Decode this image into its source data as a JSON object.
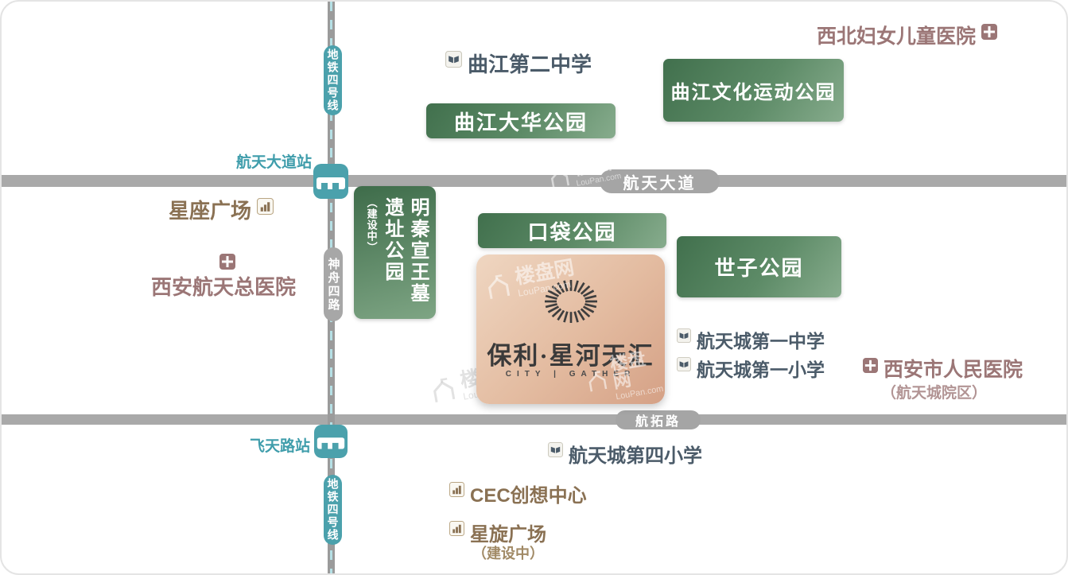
{
  "metro": {
    "line_label": "地铁四号线",
    "station_top": "航天大道站",
    "station_bottom": "飞天路站"
  },
  "roads": {
    "hangtian_avenue": "航天大道",
    "hangtuo_road": "航拓路",
    "shenzhou_road": "神舟四路"
  },
  "parks": {
    "qujiang_dahua": "曲江大华公园",
    "qujiang_culture_sports": "曲江文化运动公园",
    "pocket": "口袋公园",
    "shizi": "世子公园",
    "relic_line1": "明秦宣王墓",
    "relic_line2": "遗址公园",
    "relic_status": "（建设中）"
  },
  "schools": {
    "qujiang_no2_middle": "曲江第二中学",
    "htc_no1_middle": "航天城第一中学",
    "htc_no1_primary": "航天城第一小学",
    "htc_no4_primary": "航天城第四小学"
  },
  "hospitals": {
    "nw_women_children": "西北妇女儿童医院",
    "xa_aerospace_general": "西安航天总医院",
    "xa_peoples": "西安市人民医院",
    "xa_peoples_branch": "（航天城院区）"
  },
  "landmarks": {
    "xingzuo_plaza": "星座广场",
    "cec_center": "CEC创想中心",
    "xingxuan_plaza": "星旋广场",
    "xingxuan_status": "（建设中）"
  },
  "project": {
    "name": "保利·星河天汇",
    "subtitle": "CITY | GATHER"
  },
  "watermark": {
    "cn": "楼盘网",
    "en": "LouPan.com"
  },
  "colors": {
    "metro_teal": "#4ba1ac",
    "road_gray": "#a9a9a9",
    "park_green_dark": "#3e6c4a",
    "park_green_light": "#87ac8d",
    "school_slate": "#4b5b69",
    "landmark_brown": "#8a7153",
    "hospital_mauve": "#9b7676",
    "card_bronze_light": "#efd6c1",
    "card_bronze_dark": "#d5a186",
    "logo_ink": "#3a3a3a"
  }
}
